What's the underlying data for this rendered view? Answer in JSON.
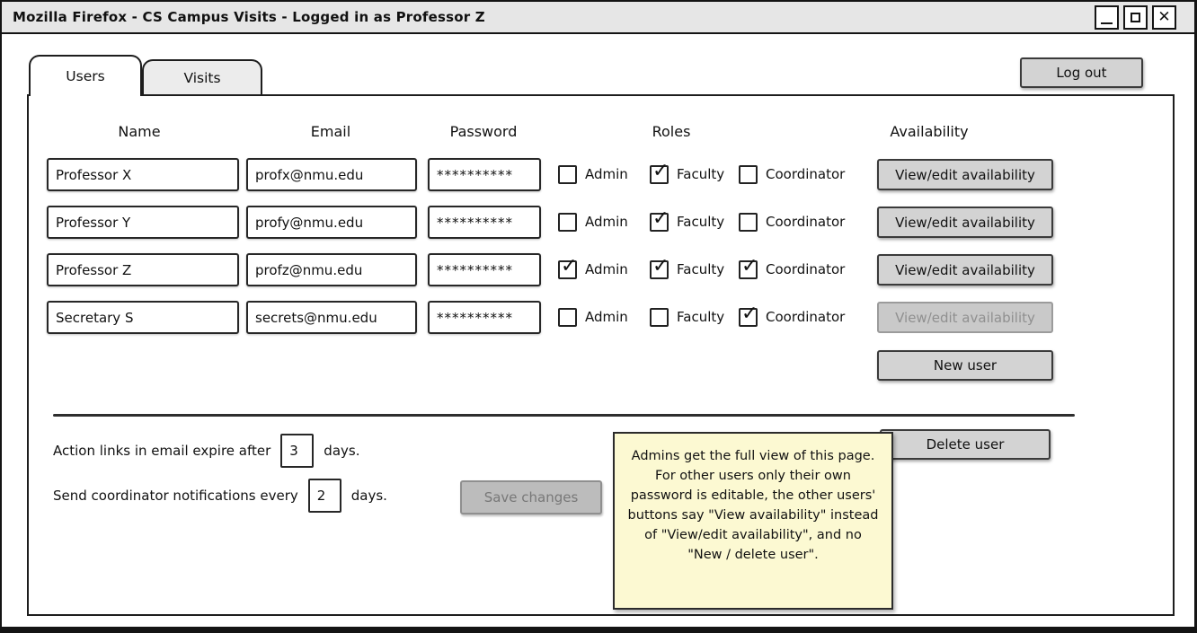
{
  "window": {
    "title": "Mozilla Firefox - CS Campus Visits - Logged in as Professor Z",
    "controls": [
      {
        "icon": "minimize-icon"
      },
      {
        "icon": "maximize-icon"
      },
      {
        "icon": "close-icon"
      }
    ]
  },
  "tabs": [
    {
      "label": "Users",
      "active": true
    },
    {
      "label": "Visits",
      "active": false
    }
  ],
  "logout": {
    "label": "Log out"
  },
  "table": {
    "headers": {
      "name": "Name",
      "email": "Email",
      "password": "Password",
      "roles": "Roles",
      "availability": "Availability"
    },
    "role_labels": {
      "admin": "Admin",
      "faculty": "Faculty",
      "coordinator": "Coordinator"
    },
    "rows": [
      {
        "name": "Professor X",
        "email": "profx@nmu.edu",
        "password": "**********",
        "admin": false,
        "faculty": true,
        "coordinator": false,
        "availability_label": "View/edit availability",
        "availability_enabled": true
      },
      {
        "name": "Professor Y",
        "email": "profy@nmu.edu",
        "password": "**********",
        "admin": false,
        "faculty": true,
        "coordinator": false,
        "availability_label": "View/edit availability",
        "availability_enabled": true
      },
      {
        "name": "Professor Z",
        "email": "profz@nmu.edu",
        "password": "**********",
        "admin": true,
        "faculty": true,
        "coordinator": true,
        "availability_label": "View/edit availability",
        "availability_enabled": true
      },
      {
        "name": "Secretary S",
        "email": "secrets@nmu.edu",
        "password": "**********",
        "admin": false,
        "faculty": false,
        "coordinator": true,
        "availability_label": "View/edit availability",
        "availability_enabled": false
      }
    ]
  },
  "actions": {
    "new_user": "New user",
    "delete_user": "Delete user",
    "save_changes": "Save changes",
    "save_changes_enabled": false
  },
  "settings": [
    {
      "prefix": "Action links in email expire after",
      "value": "3",
      "suffix": "days."
    },
    {
      "prefix": "Send coordinator notifications every",
      "value": "2",
      "suffix": "days."
    }
  ],
  "note": {
    "text": "Admins get the full view of this page. For other users only their own password is editable, the other users' buttons say \"View availability\" instead of \"View/edit availability\", and no \"New / delete user\".",
    "bg_color": "#fcf9d2"
  },
  "colors": {
    "titlebar_bg": "#e6e6e6",
    "button_bg": "#d3d3d3",
    "disabled_button_bg": "#bcbcbc",
    "border": "#141414"
  }
}
